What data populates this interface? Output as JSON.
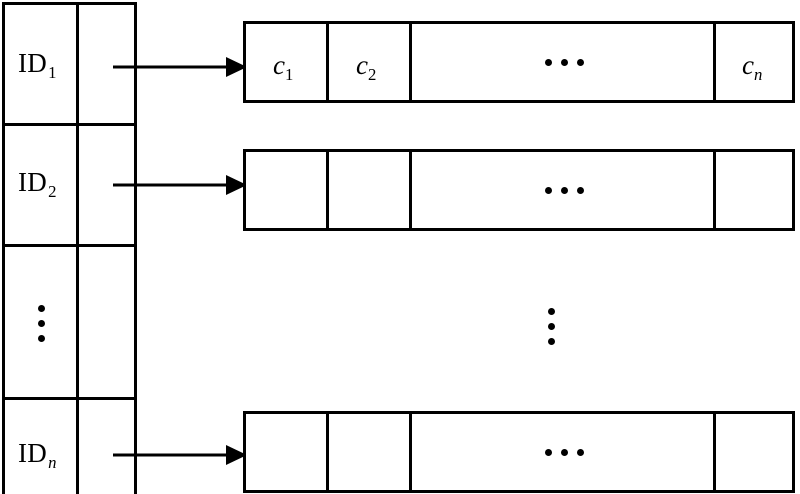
{
  "diagram": {
    "title": "Inverted index / hash-table style ID-to-cell-list diagram",
    "stroke_color": "#000000",
    "background_color": "#ffffff",
    "ellipsis_horizontal": "…",
    "ellipsis_vertical": "⋮"
  },
  "id_table": {
    "name": "id-column-table",
    "rows": [
      {
        "label_main": "ID",
        "label_sub": "1",
        "sub_italic": false,
        "is_ellipsis": false
      },
      {
        "label_main": "ID",
        "label_sub": "2",
        "sub_italic": false,
        "is_ellipsis": false
      },
      {
        "label_main": "",
        "label_sub": "",
        "sub_italic": false,
        "is_ellipsis": true
      },
      {
        "label_main": "ID",
        "label_sub": "n",
        "sub_italic": true,
        "is_ellipsis": false
      }
    ],
    "pointer_column_header": ""
  },
  "cell_rows": [
    {
      "name": "cell-row-1",
      "cells": [
        {
          "label_main": "c",
          "label_sub": "1",
          "sub_italic": false,
          "is_ellipsis": false
        },
        {
          "label_main": "c",
          "label_sub": "2",
          "sub_italic": false,
          "is_ellipsis": false
        },
        {
          "label_main": "",
          "label_sub": "",
          "sub_italic": false,
          "is_ellipsis": true
        },
        {
          "label_main": "c",
          "label_sub": "n",
          "sub_italic": true,
          "is_ellipsis": false
        }
      ]
    },
    {
      "name": "cell-row-2",
      "cells": [
        {
          "label_main": "",
          "label_sub": "",
          "sub_italic": false,
          "is_ellipsis": false
        },
        {
          "label_main": "",
          "label_sub": "",
          "sub_italic": false,
          "is_ellipsis": false
        },
        {
          "label_main": "",
          "label_sub": "",
          "sub_italic": false,
          "is_ellipsis": true
        },
        {
          "label_main": "",
          "label_sub": "",
          "sub_italic": false,
          "is_ellipsis": false
        }
      ]
    },
    {
      "name": "cell-row-n",
      "cells": [
        {
          "label_main": "",
          "label_sub": "",
          "sub_italic": false,
          "is_ellipsis": false
        },
        {
          "label_main": "",
          "label_sub": "",
          "sub_italic": false,
          "is_ellipsis": false
        },
        {
          "label_main": "",
          "label_sub": "",
          "sub_italic": false,
          "is_ellipsis": true
        },
        {
          "label_main": "",
          "label_sub": "",
          "sub_italic": false,
          "is_ellipsis": false
        }
      ]
    }
  ],
  "arrows": [
    {
      "name": "pointer-arrow-1",
      "from_row": "ID1",
      "to_row": "cell-row-1"
    },
    {
      "name": "pointer-arrow-2",
      "from_row": "ID2",
      "to_row": "cell-row-2"
    },
    {
      "name": "pointer-arrow-n",
      "from_row": "IDn",
      "to_row": "cell-row-n"
    }
  ]
}
